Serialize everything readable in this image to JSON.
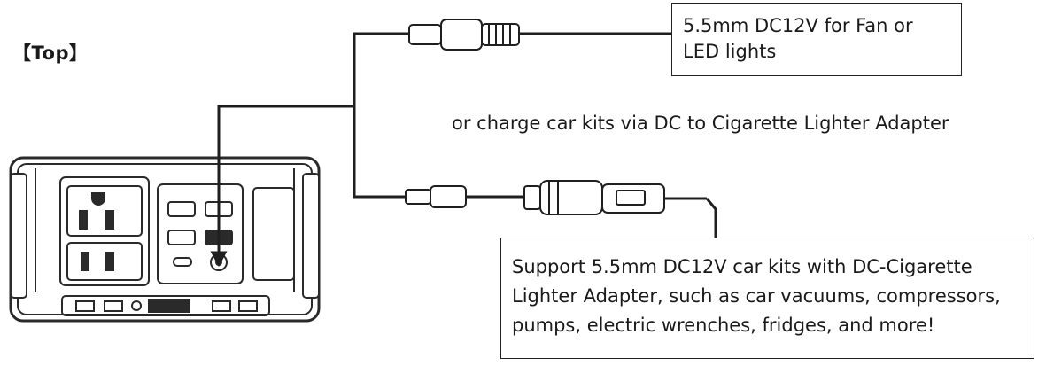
{
  "section_label": "【Top】",
  "callouts": {
    "dc_output": {
      "lines": [
        "5.5mm DC12V for Fan or",
        "LED lights"
      ]
    },
    "alternate_note": "or charge car kits via DC to Cigarette Lighter Adapter",
    "car_kits": {
      "lines": [
        "Support 5.5mm DC12V car kits with DC-Cigarette",
        "Lighter Adapter, such as car vacuums, compressors,",
        "pumps, electric wrenches, fridges, and more!"
      ]
    }
  },
  "colors": {
    "line": "#1f1f1f",
    "device_fill": "#ffffff",
    "device_stroke": "#2a2a2a"
  }
}
